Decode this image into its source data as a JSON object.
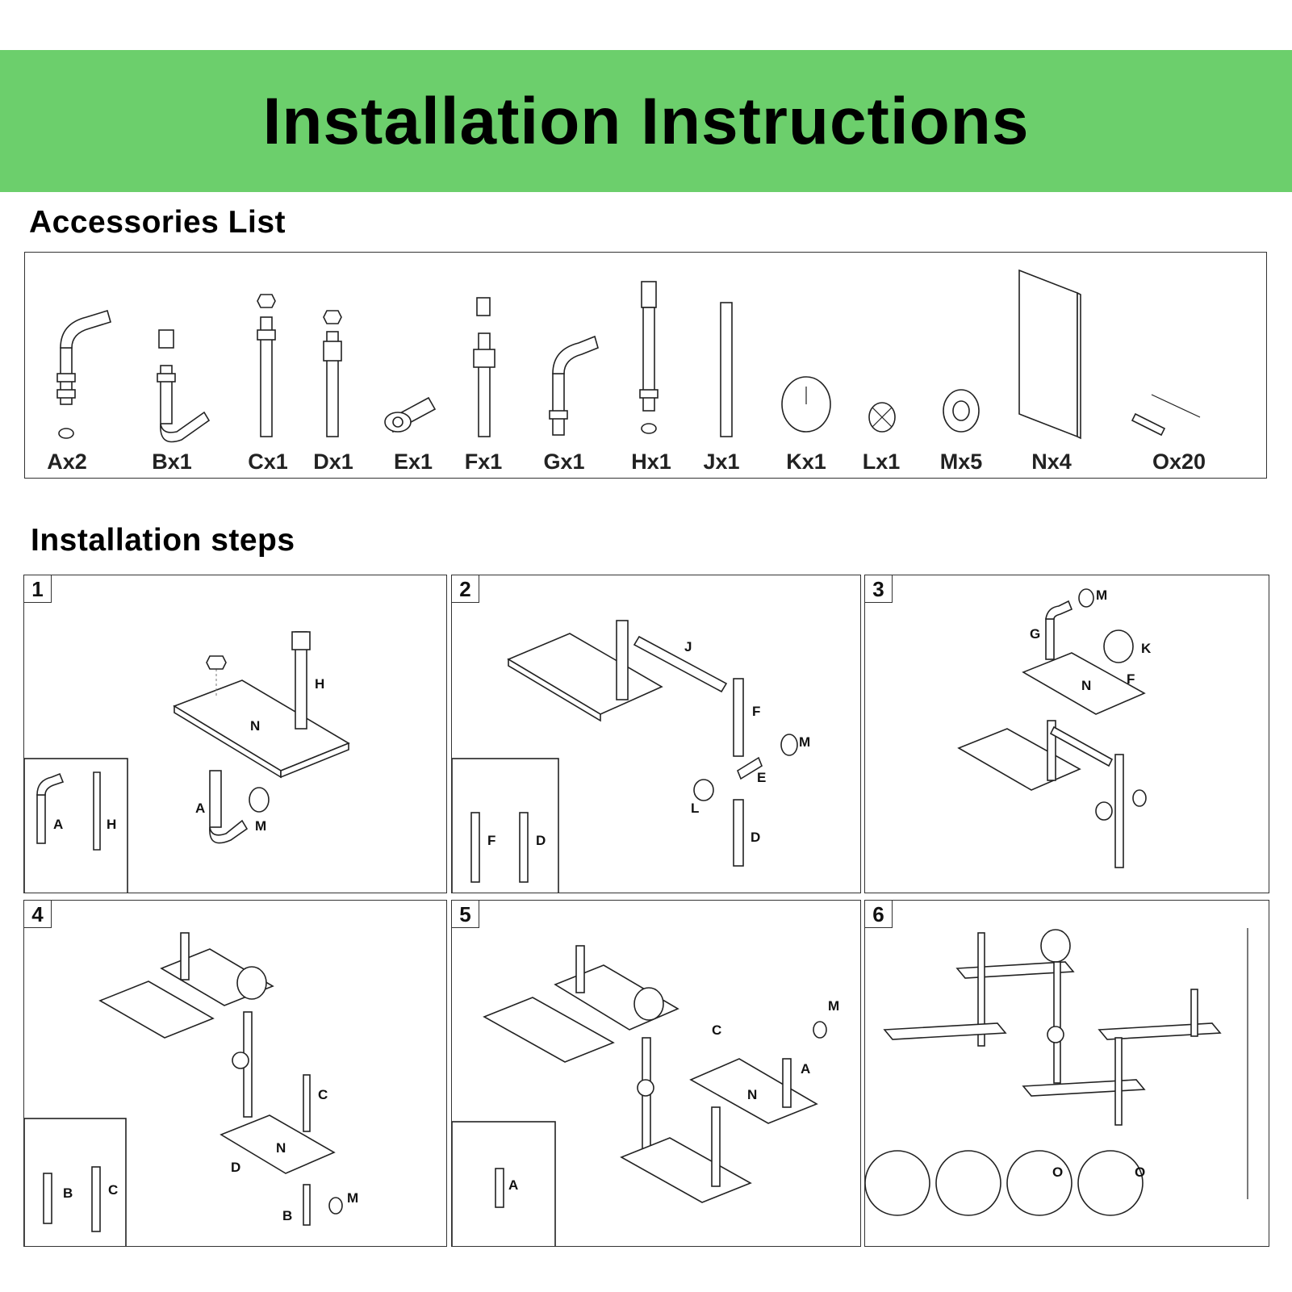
{
  "header": {
    "title": "Installation Instructions",
    "banner_color": "#6ccf6c"
  },
  "accessories": {
    "section_title": "Accessories List",
    "items": [
      {
        "label": "Ax2",
        "icon": "pipe-elbow-icon"
      },
      {
        "label": "Bx1",
        "icon": "pipe-elbow-with-coupling-icon"
      },
      {
        "label": "Cx1",
        "icon": "long-pipe-with-cap-icon"
      },
      {
        "label": "Dx1",
        "icon": "short-pipe-with-cap-icon"
      },
      {
        "label": "Ex1",
        "icon": "tee-fitting-icon"
      },
      {
        "label": "Fx1",
        "icon": "pipe-tee-with-cap-icon"
      },
      {
        "label": "Gx1",
        "icon": "pipe-elbow-icon"
      },
      {
        "label": "Hx1",
        "icon": "pipe-with-tee-icon"
      },
      {
        "label": "Jx1",
        "icon": "straight-pipe-icon"
      },
      {
        "label": "Kx1",
        "icon": "gauge-clock-icon"
      },
      {
        "label": "Lx1",
        "icon": "valve-handle-icon"
      },
      {
        "label": "Mx5",
        "icon": "floor-flange-icon"
      },
      {
        "label": "Nx4",
        "icon": "wood-board-icon"
      },
      {
        "label": "Ox20",
        "icon": "screw-and-anchor-icon"
      }
    ]
  },
  "steps": {
    "section_title": "Installation steps",
    "items": [
      {
        "number": "1",
        "labels": [
          "H",
          "N",
          "A",
          "M",
          "A",
          "H"
        ]
      },
      {
        "number": "2",
        "labels": [
          "J",
          "F",
          "M",
          "E",
          "L",
          "D",
          "F",
          "D"
        ]
      },
      {
        "number": "3",
        "labels": [
          "M",
          "G",
          "K",
          "N",
          "F"
        ]
      },
      {
        "number": "4",
        "labels": [
          "C",
          "N",
          "D",
          "B",
          "M",
          "B",
          "C"
        ]
      },
      {
        "number": "5",
        "labels": [
          "M",
          "C",
          "A",
          "N",
          "A"
        ]
      },
      {
        "number": "6",
        "labels": [
          "O",
          "O"
        ]
      }
    ]
  }
}
